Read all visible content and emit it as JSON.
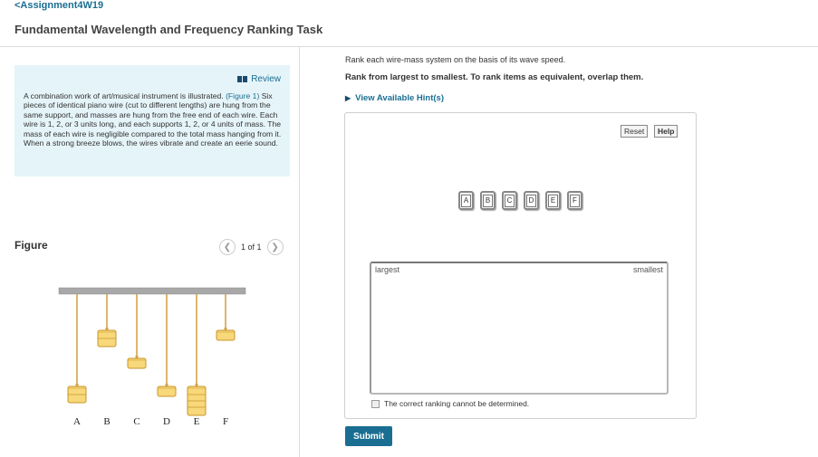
{
  "header": {
    "back_label": "<Assignment4W19",
    "title": "Fundamental Wavelength and Frequency Ranking Task"
  },
  "problem": {
    "review_label": "Review",
    "text_before_link": "A combination work of art/musical instrument is illustrated. ",
    "figure_link": "(Figure 1)",
    "text_after_link": " Six pieces of identical piano wire (cut to different lengths) are hung from the same support, and masses are hung from the free end of each wire. Each wire is 1, 2, or 3 units long, and each supports 1, 2, or 4 units of mass. The mass of each wire is negligible compared to the total mass hanging from it. When a strong breeze blows, the wires vibrate and create an eerie sound."
  },
  "figure": {
    "label": "Figure",
    "pager_text": "1 of 1",
    "prev_icon": "chevron-left-icon",
    "next_icon": "chevron-right-icon",
    "wire_letters": [
      "A",
      "B",
      "C",
      "D",
      "E",
      "F"
    ],
    "wire_lengths_units": [
      3,
      1,
      2,
      3,
      3,
      1
    ],
    "masses_units": [
      2,
      2,
      1,
      1,
      4,
      1
    ],
    "colors": {
      "bar": "#a8a8a8",
      "wire": "#d4a34a",
      "mass_fill": "#f7d87a",
      "mass_stroke": "#c9962a"
    }
  },
  "task": {
    "instruction": "Rank each wire-mass system on the basis of its wave speed.",
    "ranking_rule": "Rank from largest to smallest. To rank items as equivalent, overlap them.",
    "hint_label": "View Available Hint(s)",
    "reset_label": "Reset",
    "help_label": "Help",
    "items": [
      "A",
      "B",
      "C",
      "D",
      "E",
      "F"
    ],
    "dropzone_left": "largest",
    "dropzone_right": "smallest",
    "cannot_determine": "The correct ranking cannot be determined.",
    "submit_label": "Submit"
  },
  "colors": {
    "accent": "#1a6e91",
    "problem_bg": "#e5f4f9"
  }
}
